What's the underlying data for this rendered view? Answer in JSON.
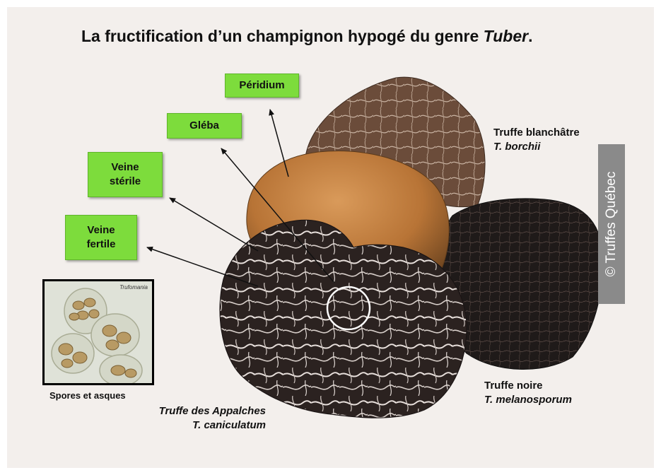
{
  "title": {
    "main": "La fructification d’un champignon hypogé du genre ",
    "genus": "Tuber",
    "end": "."
  },
  "labels": {
    "peridium": "Péridium",
    "gleba": "Gléba",
    "veine_sterile_1": "Veine",
    "veine_sterile_2": "stérile",
    "veine_fertile_1": "Veine",
    "veine_fertile_2": "fertile"
  },
  "species": {
    "blanchatre": {
      "common": "Truffe blanchâtre",
      "scientific": "T. borchii"
    },
    "noire": {
      "common": "Truffe noire",
      "scientific": "T. melanosporum"
    },
    "appalaches": {
      "common": "Truffe des Appalches",
      "scientific": "T. caniculatum"
    }
  },
  "copyright": "© Truffes Québec",
  "micro": {
    "watermark": "Trufomania",
    "caption": "Spores et asques"
  },
  "colors": {
    "label_green": "#7ddc3c",
    "background": "#f3efec",
    "copyright_bg": "#8a8a8a"
  }
}
